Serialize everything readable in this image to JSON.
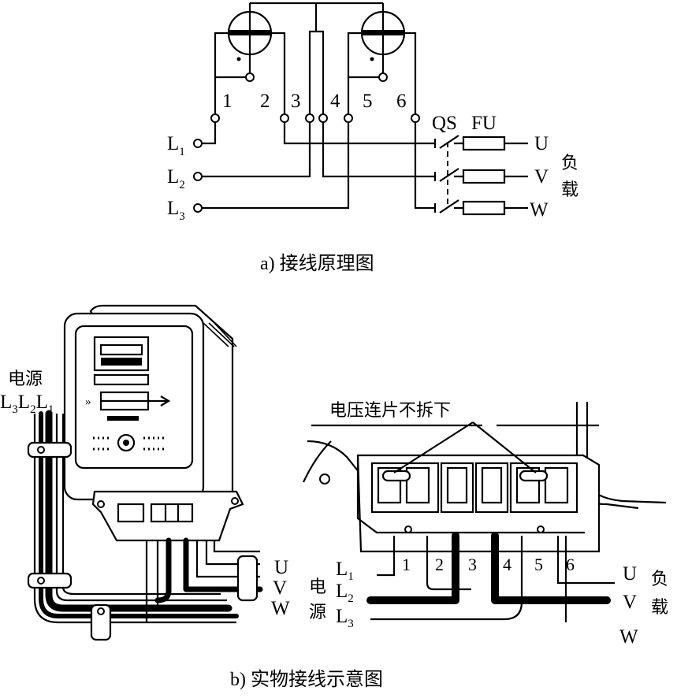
{
  "diagram_a": {
    "caption": "a) 接线原理图",
    "terminals": [
      "1",
      "2",
      "3",
      "4",
      "5",
      "6"
    ],
    "lines_in": [
      {
        "main": "L",
        "sub": "1"
      },
      {
        "main": "L",
        "sub": "2"
      },
      {
        "main": "L",
        "sub": "3"
      }
    ],
    "lines_out": [
      "U",
      "V",
      "W"
    ],
    "switch_label": "QS",
    "fuse_label": "FU",
    "load_label_1": "负",
    "load_label_2": "载"
  },
  "diagram_b": {
    "caption": "b) 实物接线示意图",
    "source_label": "电源",
    "source_lines": [
      {
        "main": "L",
        "sub": "3"
      },
      {
        "main": "L",
        "sub": "2"
      },
      {
        "main": "L",
        "sub": "1"
      }
    ],
    "left_outputs": [
      "U",
      "V",
      "W"
    ],
    "voltage_link_note": "电压连片不拆下",
    "terminals": [
      "1",
      "2",
      "3",
      "4",
      "5",
      "6"
    ],
    "source_label_v1": "电",
    "source_label_v2": "源",
    "lines_in": [
      {
        "main": "L",
        "sub": "1"
      },
      {
        "main": "L",
        "sub": "2"
      },
      {
        "main": "L",
        "sub": "3"
      }
    ],
    "lines_out": [
      "U",
      "V",
      "W"
    ],
    "load_label_1": "负",
    "load_label_2": "载"
  }
}
